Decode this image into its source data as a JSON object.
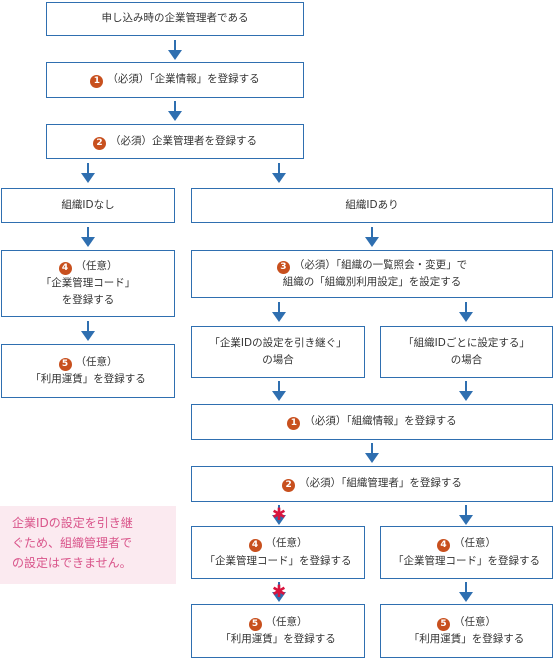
{
  "colors": {
    "accent": "#2f6fb0",
    "badge": "#c8501e",
    "note_text": "#d9548a",
    "note_bg": "#fbeaf0",
    "cross": "#d9143e"
  },
  "nodes": {
    "start": {
      "lines": [
        "申し込み時の企業管理者である"
      ]
    },
    "step1": {
      "badge": "1",
      "lines": [
        "（必須）「企業情報」を登録する"
      ]
    },
    "step2": {
      "badge": "2",
      "lines": [
        "（必須）企業管理者を登録する"
      ]
    },
    "no_org_id": {
      "lines": [
        "組織IDなし"
      ]
    },
    "has_org_id": {
      "lines": [
        "組織IDあり"
      ]
    },
    "left_step4": {
      "badge": "4",
      "lines": [
        "（任意）",
        "「企業管理コード」",
        "を登録する"
      ]
    },
    "left_step5": {
      "badge": "5",
      "lines": [
        "（任意）",
        "「利用運賃」を登録する"
      ]
    },
    "org_step3": {
      "badge": "3",
      "lines": [
        "（必須）「組織の一覧照会・変更」で",
        "組織の「組織別利用設定」を設定する"
      ]
    },
    "inherit_case": {
      "lines": [
        "「企業IDの設定を引き継ぐ」",
        "の場合"
      ]
    },
    "per_org_case": {
      "lines": [
        "「組織IDごとに設定する」",
        "の場合"
      ]
    },
    "org_step1": {
      "badge": "1",
      "lines": [
        "（必須）「組織情報」を登録する"
      ]
    },
    "org_step2": {
      "badge": "2",
      "lines": [
        "（必須）「組織管理者」を登録する"
      ]
    },
    "inherit_step4": {
      "badge": "4",
      "lines": [
        "（任意）",
        "「企業管理コード」を登録する"
      ]
    },
    "per_org_step4": {
      "badge": "4",
      "lines": [
        "（任意）",
        "「企業管理コード」を登録する"
      ]
    },
    "inherit_step5": {
      "badge": "5",
      "lines": [
        "（任意）",
        "「利用運賃」を登録する"
      ]
    },
    "per_org_step5": {
      "badge": "5",
      "lines": [
        "（任意）",
        "「利用運賃」を登録する"
      ]
    }
  },
  "note": {
    "lines": [
      "企業IDの設定を引き継",
      "ぐため、組織管理者で",
      "の設定はできません。"
    ]
  }
}
